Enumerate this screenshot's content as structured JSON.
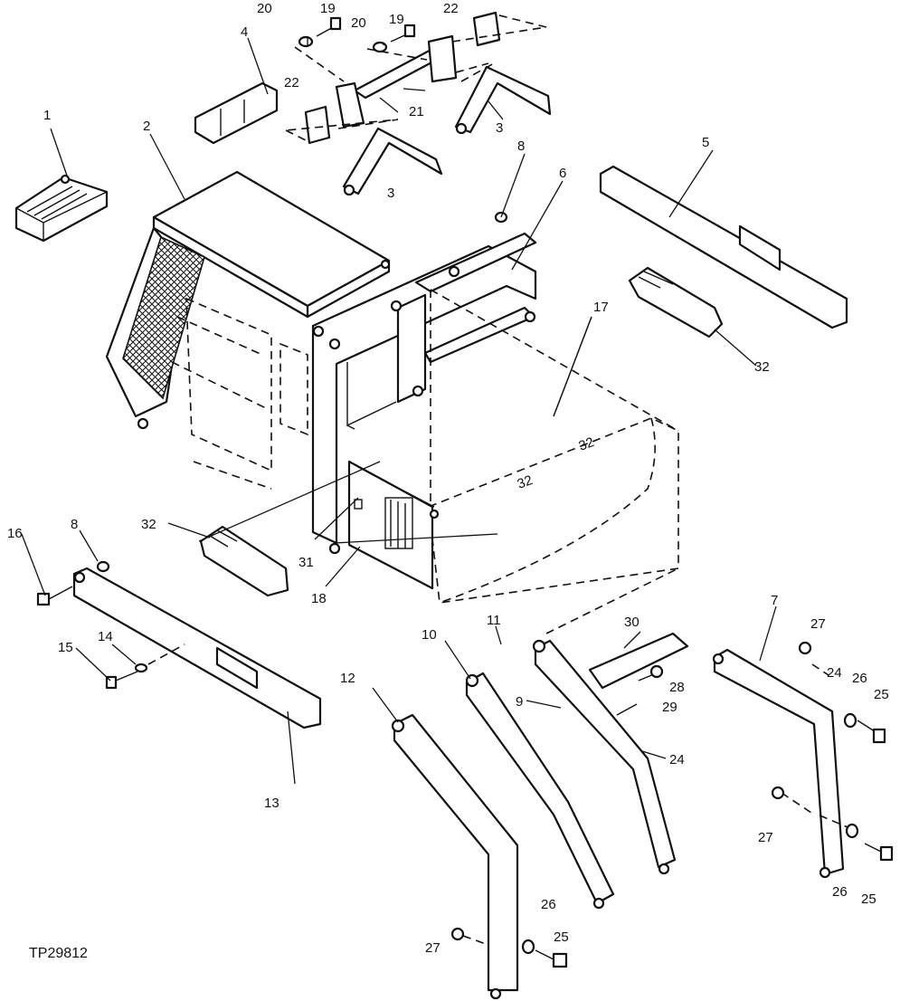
{
  "figure_ref": "TP29812",
  "callouts": {
    "c1": "1",
    "c2": "2",
    "c3a": "3",
    "c3b": "3",
    "c4": "4",
    "c5": "5",
    "c6": "6",
    "c7": "7",
    "c8a": "8",
    "c8b": "8",
    "c9": "9",
    "c10": "10",
    "c11": "11",
    "c12": "12",
    "c13": "13",
    "c14": "14",
    "c15": "15",
    "c16": "16",
    "c17": "17",
    "c18": "18",
    "c19a": "19",
    "c19b": "19",
    "c20a": "20",
    "c20b": "20",
    "c21": "21",
    "c22a": "22",
    "c22b": "22",
    "c24a": "24",
    "c24b": "24",
    "c25a": "25",
    "c25b": "25",
    "c25c": "25",
    "c26a": "26",
    "c26b": "26",
    "c26c": "26",
    "c27a": "27",
    "c27b": "27",
    "c27c": "27",
    "c28": "28",
    "c29": "29",
    "c30": "30",
    "c31": "31",
    "c32a": "32",
    "c32b": "32"
  }
}
